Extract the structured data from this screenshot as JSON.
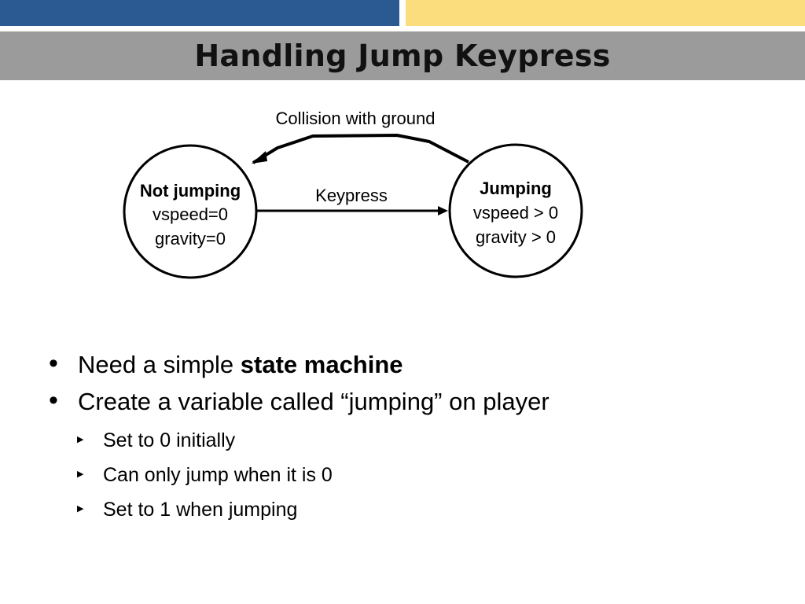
{
  "colors": {
    "top_bar_left": "#2B5A93",
    "top_bar_right": "#FBDD7E",
    "title_band": "#9B9B9B",
    "diagram_stroke": "#000000"
  },
  "slide": {
    "title": "Handling Jump Keypress"
  },
  "diagram": {
    "states": {
      "not_jumping": {
        "name": "Not jumping",
        "line1": "vspeed=0",
        "line2": "gravity=0"
      },
      "jumping": {
        "name": "Jumping",
        "line1": "vspeed > 0",
        "line2": "gravity > 0"
      }
    },
    "transitions": {
      "keypress": "Keypress",
      "collision": "Collision with ground"
    }
  },
  "bullets": {
    "item1_prefix": "Need a simple ",
    "item1_bold": "state machine",
    "item2": "Create a variable called “jumping” on player",
    "sub1": "Set to 0 initially",
    "sub2": "Can only jump when it is 0",
    "sub3": "Set to 1 when jumping"
  }
}
